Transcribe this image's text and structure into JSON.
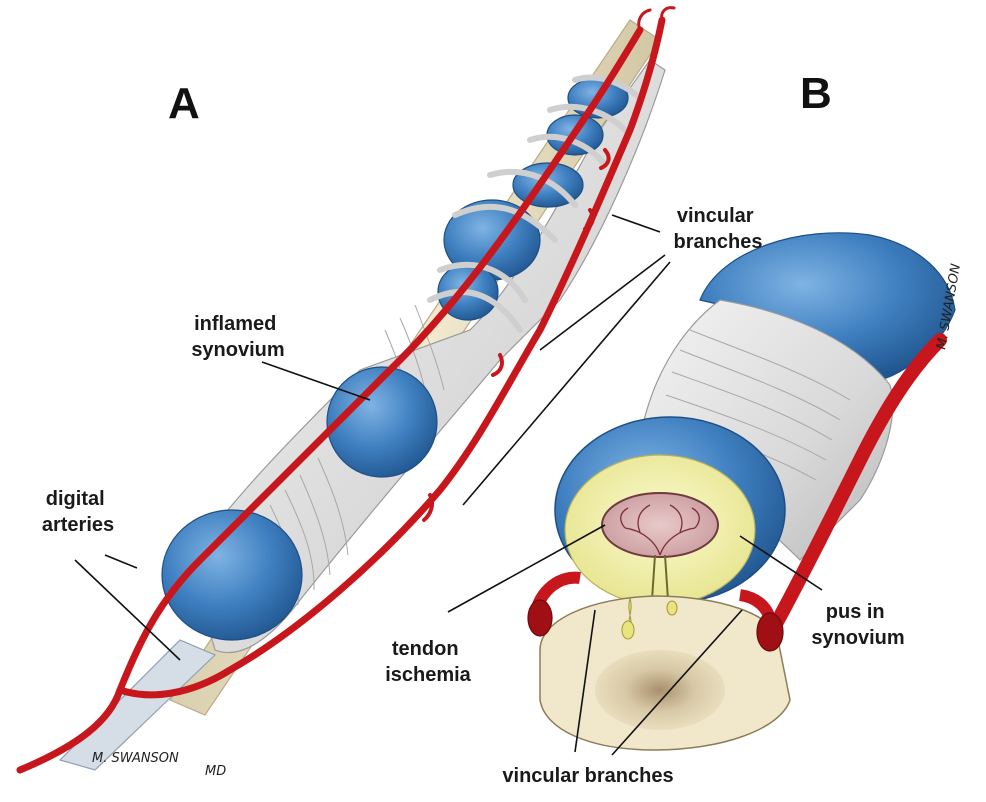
{
  "panels": {
    "a": "A",
    "b": "B"
  },
  "labels": {
    "inflamed": [
      "inflamed",
      "synovium"
    ],
    "digital": [
      "digital",
      "arteries"
    ],
    "vincular_top": [
      "vincular",
      "branches"
    ],
    "tendon": [
      "tendon",
      "ischemia"
    ],
    "pus": [
      "pus in",
      "synovium"
    ],
    "vincular_bottom": "vincular branches"
  },
  "signature": {
    "name": "M. SWANSON",
    "suffix": "MD"
  },
  "colors": {
    "synovium_blue": "#3f7fc0",
    "artery_red": "#c8171c",
    "tendon_cream": "#efe6c8",
    "sheath_gray": "#dcdcdc",
    "pus_yellow": "#efeea0"
  }
}
